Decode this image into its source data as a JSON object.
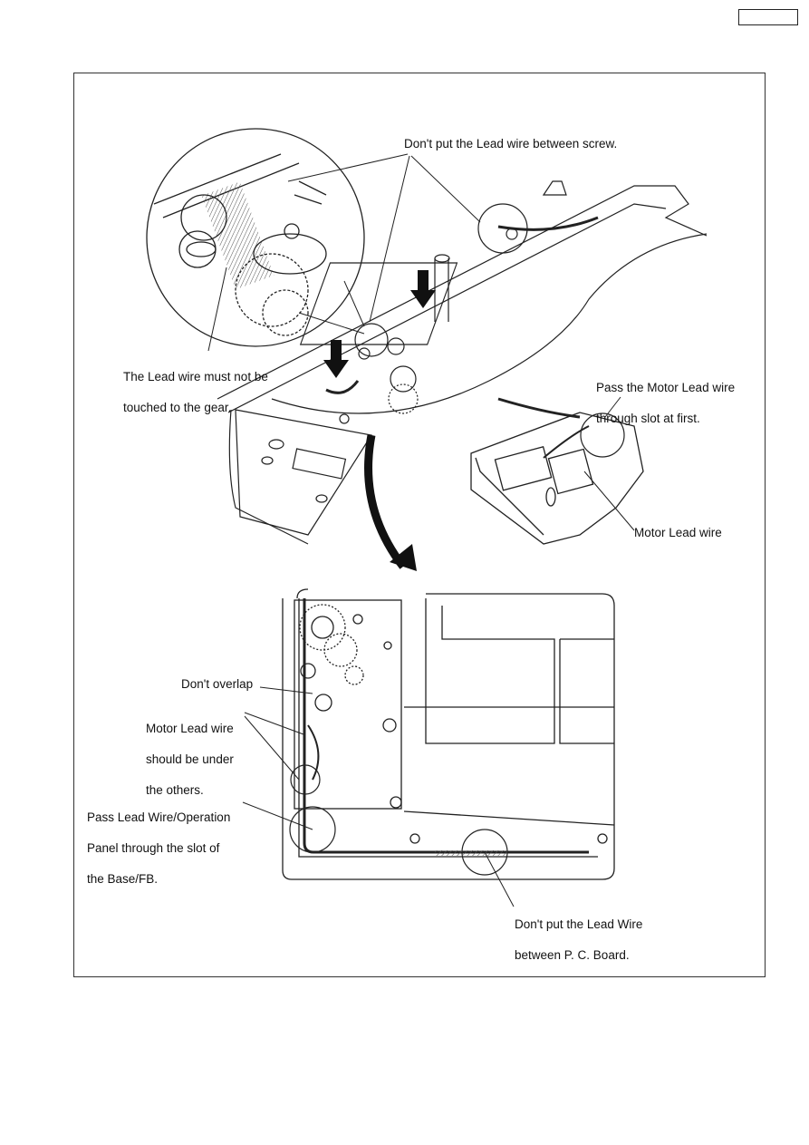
{
  "callouts": {
    "screw_note": "Don't put the Lead wire between screw.",
    "gear_note_line1": "The Lead wire must not be",
    "gear_note_line2": "touched to the gear.",
    "motor_slot_line1": "Pass the Motor Lead wire",
    "motor_slot_line2": "through slot at first.",
    "motor_lead": "Motor Lead wire",
    "dont_overlap": "Don't overlap",
    "motor_under_line1": "Motor Lead wire",
    "motor_under_line2": "should be under",
    "motor_under_line3": "the others.",
    "pass_lead_line1": "Pass Lead Wire/Operation",
    "pass_lead_line2": "Panel through the slot of",
    "pass_lead_line3": "the Base/FB.",
    "pcb_note_line1": "Don't put the Lead Wire",
    "pcb_note_line2": "between P. C. Board."
  },
  "icons": [
    "down-arrow-icon",
    "curved-arrow-icon"
  ]
}
